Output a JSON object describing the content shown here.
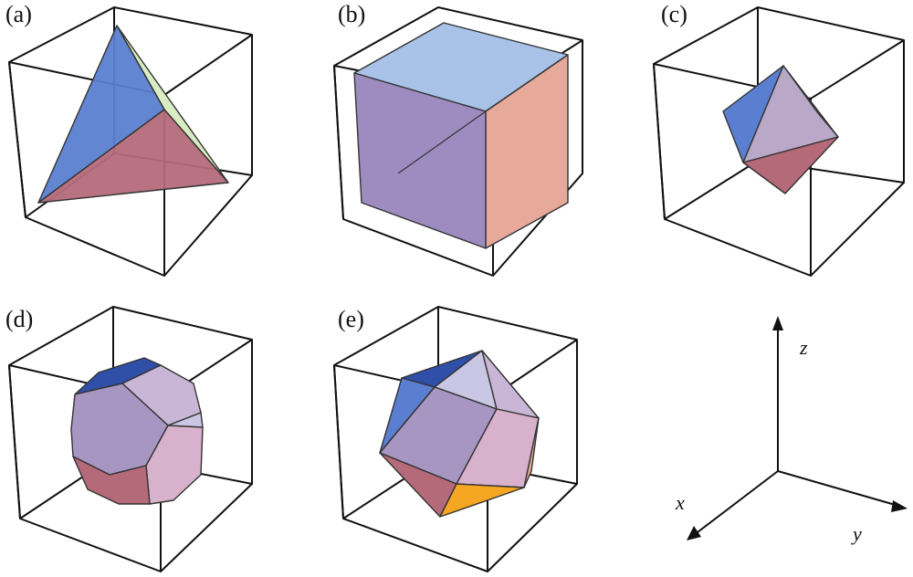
{
  "panels": [
    {
      "label": "(a)"
    },
    {
      "label": "(b)"
    },
    {
      "label": "(c)"
    },
    {
      "label": "(d)"
    },
    {
      "label": "(e)"
    }
  ],
  "axes": {
    "x": "x",
    "y": "y",
    "z": "z"
  },
  "colors": {
    "blue": "#5b7fd0",
    "dark_blue": "#2f4fa8",
    "light_blue": "#a9c2e8",
    "red": "#b56a7a",
    "salmon": "#e6a99a",
    "green": "#d9edc2",
    "mauve": "#9e8cc0",
    "lavender": "#c9b6d6",
    "pink": "#d8b2cc",
    "orange": "#f5a623"
  }
}
